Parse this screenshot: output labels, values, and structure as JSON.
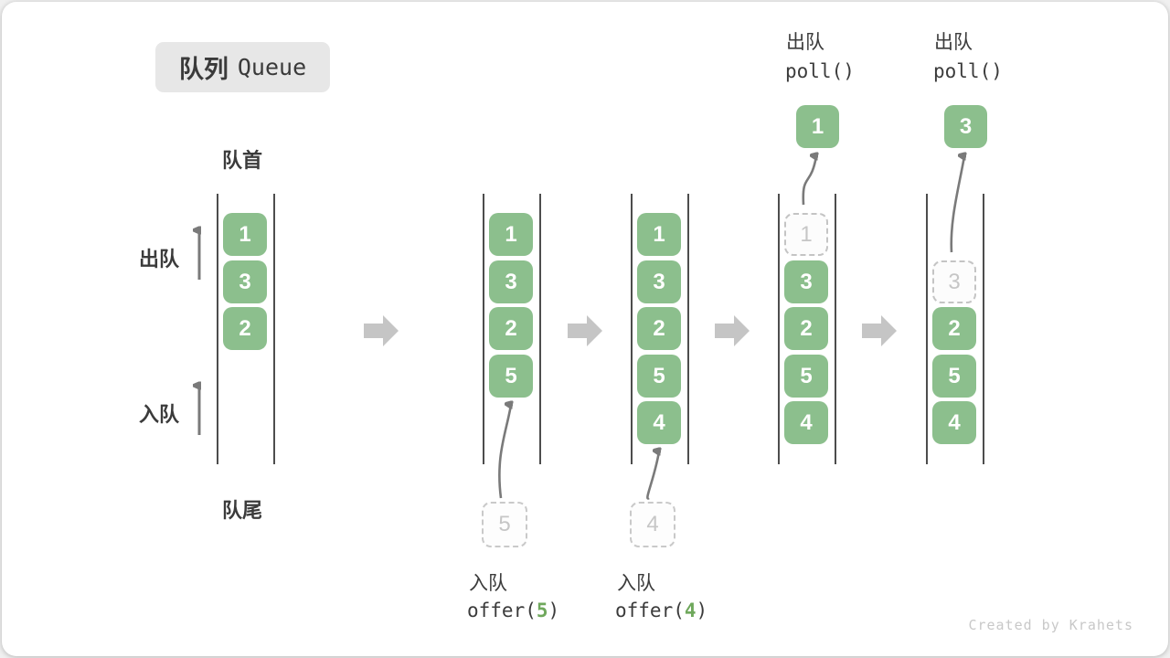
{
  "title": {
    "zh": "队列",
    "en": "Queue"
  },
  "side": {
    "front": "队首",
    "rear": "队尾",
    "dequeue": "出队",
    "enqueue": "入队"
  },
  "watermark": "Created by Krahets",
  "colors": {
    "block_green": "#8CBF8D",
    "code_green": "#6FA85C",
    "ghost_gray": "#C6C6C6",
    "arrow_gray": "#7a7a7a",
    "big_arrow_gray": "#c5c5c5",
    "text_dark": "#3b3b3b"
  },
  "states": [
    {
      "blocks": [
        {
          "row": 0,
          "value": "1"
        },
        {
          "row": 1,
          "value": "3"
        },
        {
          "row": 2,
          "value": "2"
        }
      ]
    },
    {
      "blocks": [
        {
          "row": 0,
          "value": "1"
        },
        {
          "row": 1,
          "value": "3"
        },
        {
          "row": 2,
          "value": "2"
        },
        {
          "row": 3,
          "value": "5"
        }
      ],
      "enqueue": {
        "label": "入队",
        "fn": "offer(",
        "arg": "5",
        "close": ")",
        "box_value": "5"
      }
    },
    {
      "blocks": [
        {
          "row": 0,
          "value": "1"
        },
        {
          "row": 1,
          "value": "3"
        },
        {
          "row": 2,
          "value": "2"
        },
        {
          "row": 3,
          "value": "5"
        },
        {
          "row": 4,
          "value": "4"
        }
      ],
      "enqueue": {
        "label": "入队",
        "fn": "offer(",
        "arg": "4",
        "close": ")",
        "box_value": "4"
      }
    },
    {
      "blocks": [
        {
          "row": 0,
          "value": "1",
          "ghost": true
        },
        {
          "row": 1,
          "value": "3"
        },
        {
          "row": 2,
          "value": "2"
        },
        {
          "row": 3,
          "value": "5"
        },
        {
          "row": 4,
          "value": "4"
        }
      ],
      "dequeue": {
        "label": "出队",
        "fn": "poll()",
        "out_value": "1"
      }
    },
    {
      "blocks": [
        {
          "row": 1,
          "value": "3",
          "ghost": true
        },
        {
          "row": 2,
          "value": "2"
        },
        {
          "row": 3,
          "value": "5"
        },
        {
          "row": 4,
          "value": "4"
        }
      ],
      "dequeue": {
        "label": "出队",
        "fn": "poll()",
        "out_value": "3"
      }
    }
  ]
}
